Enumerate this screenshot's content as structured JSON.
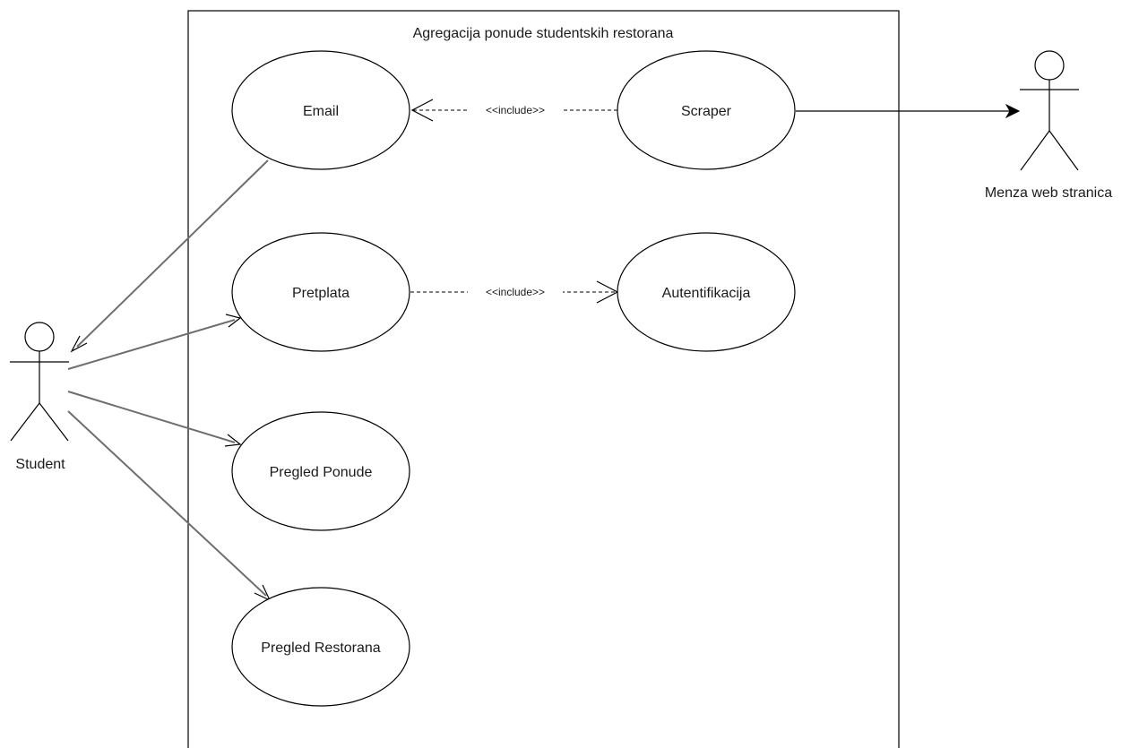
{
  "system": {
    "title": "Agregacija ponude studentskih restorana"
  },
  "actors": {
    "student": "Student",
    "menza": "Menza web stranica"
  },
  "use_cases": {
    "email": "Email",
    "scraper": "Scraper",
    "pretplata": "Pretplata",
    "autentifikacija": "Autentifikacija",
    "pregled_ponude": "Pregled Ponude",
    "pregled_restorana": "Pregled Restorana"
  },
  "relations": {
    "include_scraper_email": "<<include>>",
    "include_pretplata_auth": "<<include>>"
  },
  "colors": {
    "line": "#000000",
    "association_grey": "#6e6e6e",
    "background": "#ffffff"
  }
}
